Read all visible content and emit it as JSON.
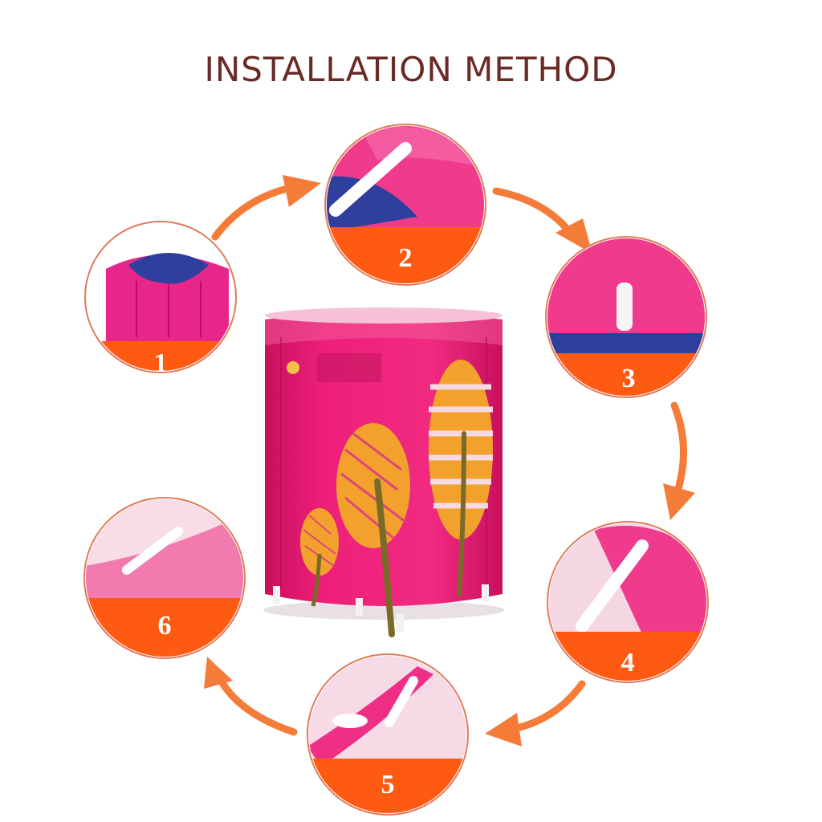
{
  "header": {
    "title": "INSTALLATION METHOD"
  },
  "steps": [
    {
      "number": "1"
    },
    {
      "number": "2"
    },
    {
      "number": "3"
    },
    {
      "number": "4"
    },
    {
      "number": "5"
    },
    {
      "number": "6"
    }
  ],
  "colors": {
    "title": "#6b2a26",
    "accent_orange": "#ff5a12",
    "arrow_orange": "#f47c38",
    "tub_pink": "#ee1f7a",
    "liner_blue": "#2f3f9e",
    "leaf_yellow": "#f2a22c",
    "stem_olive": "#7a6a28"
  }
}
